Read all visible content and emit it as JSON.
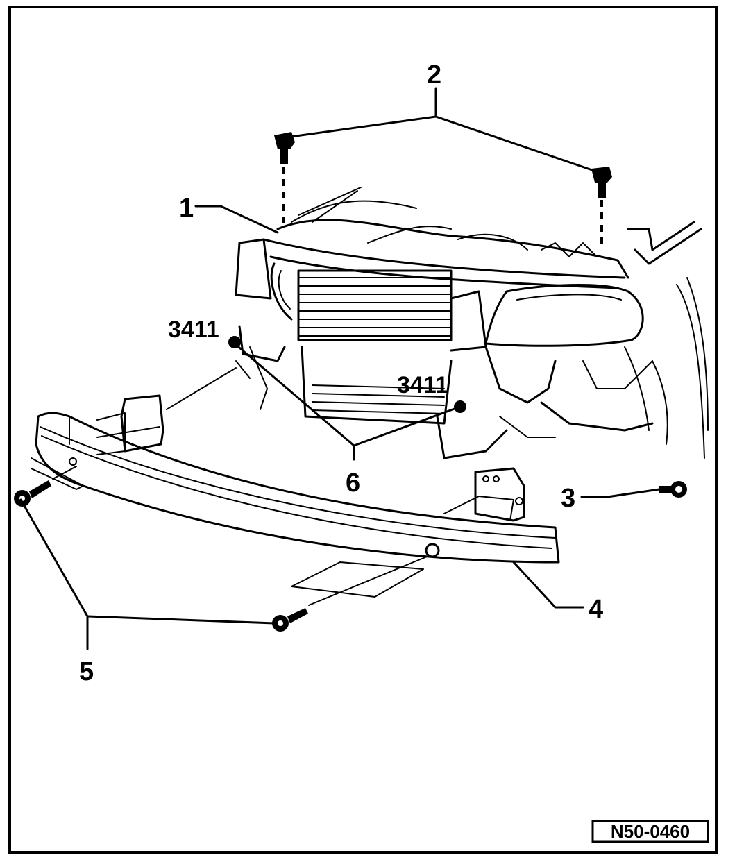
{
  "callouts": {
    "c1": "1",
    "c2": "2",
    "c3": "3",
    "c4": "4",
    "c5": "5",
    "c6": "6"
  },
  "tools": {
    "t1": "3411",
    "t2": "3411"
  },
  "reference_code": "N50-0460"
}
